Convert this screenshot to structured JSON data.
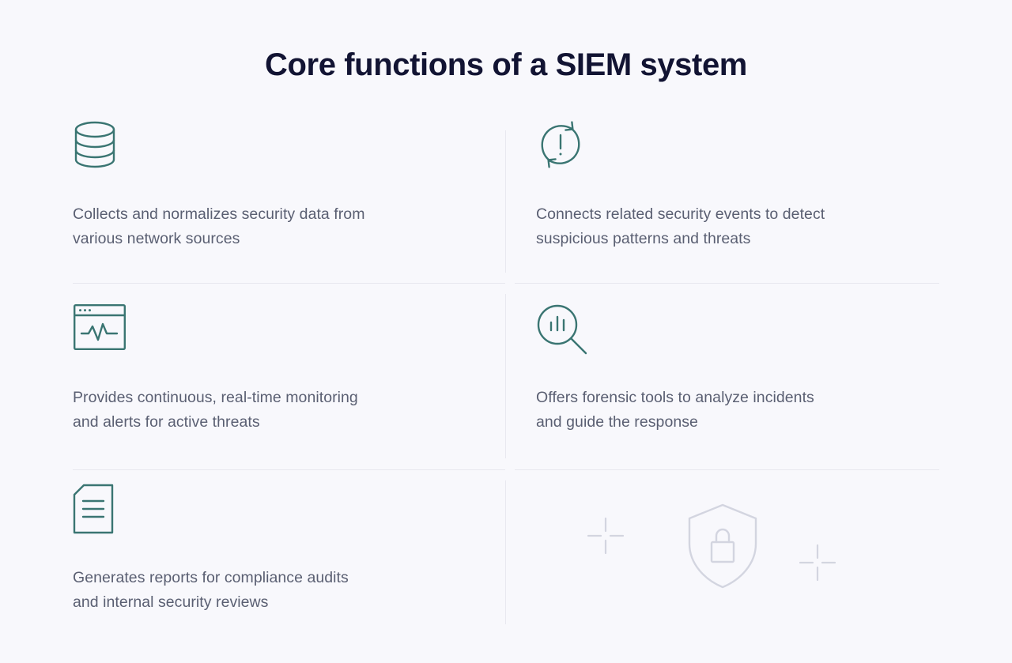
{
  "page": {
    "title": "Core functions of a SIEM system",
    "background_color": "#f8f8fc",
    "title_color": "#121433",
    "body_text_color": "#5a5f72",
    "icon_color": "#3a7572",
    "divider_color": "#e8e8ef",
    "watermark_color": "#d7d9e2"
  },
  "cells": [
    {
      "icon": "database-icon",
      "text_line_1": "Collects and normalizes security data from",
      "text_line_2": "various network sources"
    },
    {
      "icon": "alert-refresh-icon",
      "text_line_1": "Connects related security events to detect",
      "text_line_2": "suspicious patterns and threats"
    },
    {
      "icon": "monitor-pulse-icon",
      "text_line_1": "Provides continuous, real-time monitoring",
      "text_line_2": "and alerts for active threats"
    },
    {
      "icon": "magnifier-chart-icon",
      "text_line_1": "Offers forensic tools to analyze incidents",
      "text_line_2": "and guide the response"
    },
    {
      "icon": "document-lines-icon",
      "text_line_1": "Generates reports for compliance audits",
      "text_line_2": "and internal security reviews"
    },
    {
      "icon": "shield-lock-watermark",
      "text_line_1": "",
      "text_line_2": ""
    }
  ]
}
